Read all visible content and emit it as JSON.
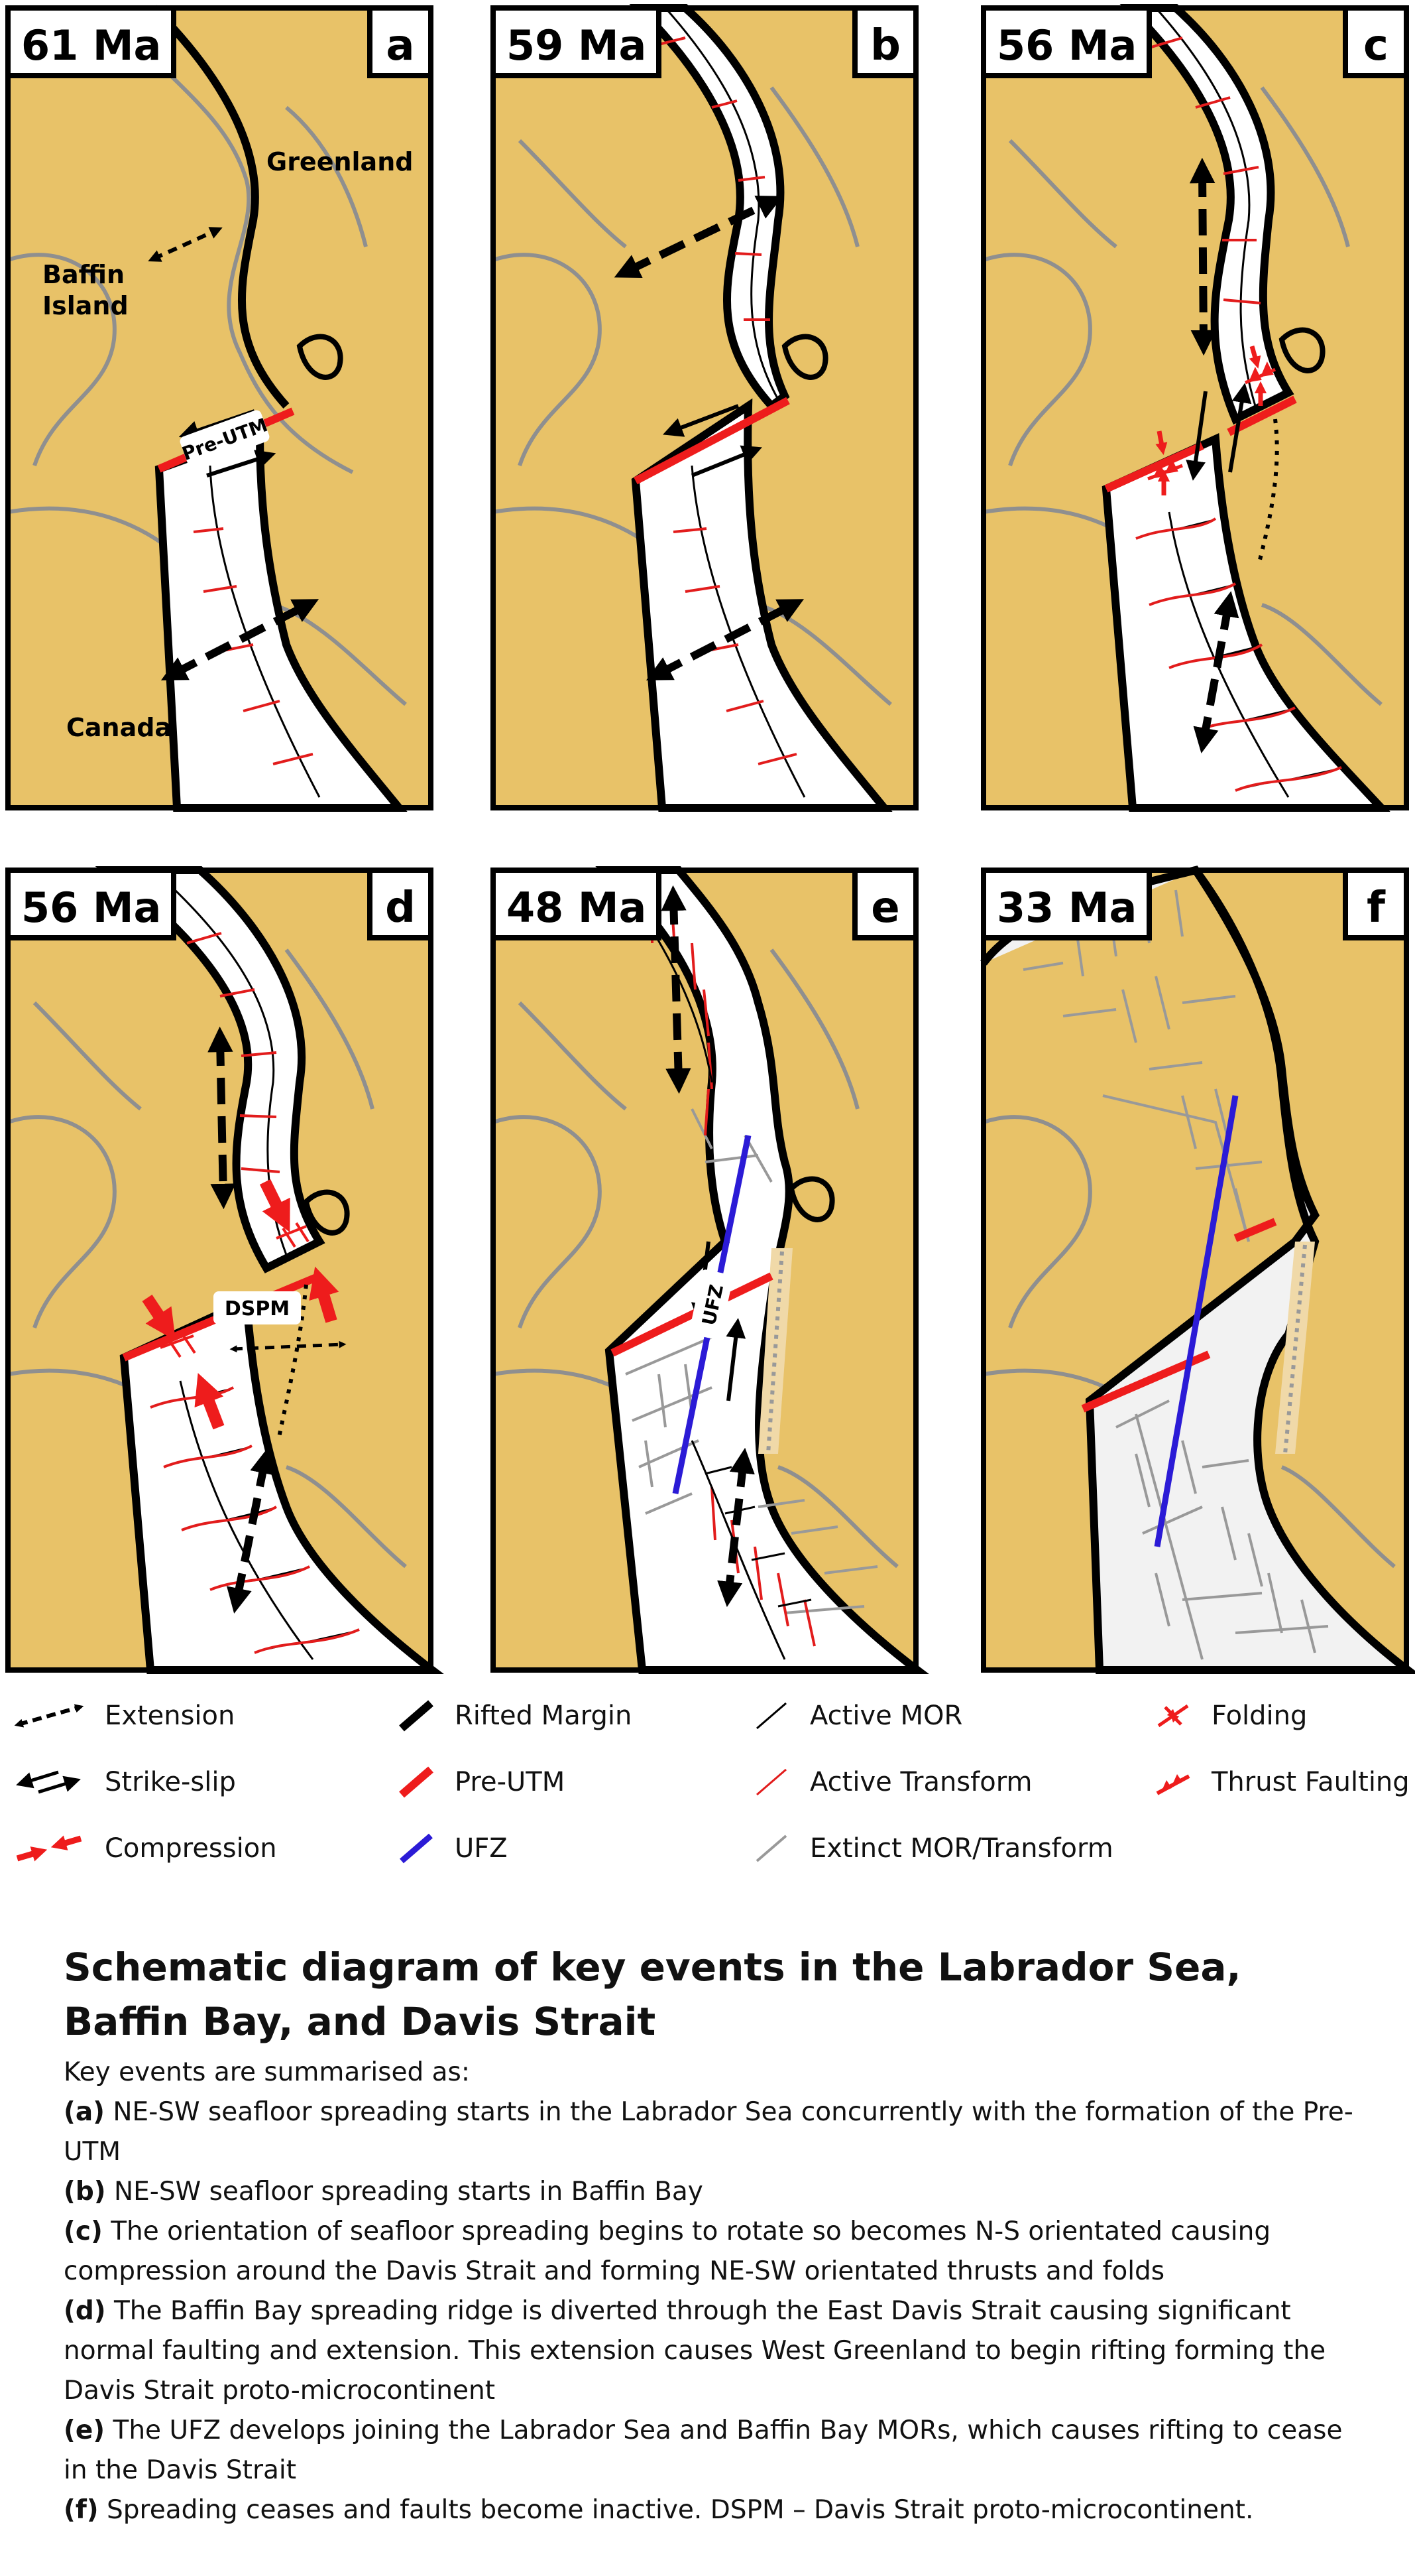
{
  "panels": [
    {
      "age": "61 Ma",
      "letter": "a"
    },
    {
      "age": "59 Ma",
      "letter": "b"
    },
    {
      "age": "56 Ma",
      "letter": "c"
    },
    {
      "age": "56 Ma",
      "letter": "d"
    },
    {
      "age": "48 Ma",
      "letter": "e"
    },
    {
      "age": "33 Ma",
      "letter": "f"
    }
  ],
  "place_labels": {
    "greenland": "Greenland",
    "baffin_line1": "Baffin",
    "baffin_line2": "Island",
    "canada": "Canada",
    "pre_utm": "Pre-UTM",
    "dspm": "DSPM",
    "ufz": "UFZ"
  },
  "legend": [
    {
      "label": "Extension",
      "icon": "extension-arrows-icon"
    },
    {
      "label": "Rifted Margin",
      "icon": "rifted-margin-line-icon"
    },
    {
      "label": "Active MOR",
      "icon": "active-mor-line-icon"
    },
    {
      "label": "Folding",
      "icon": "folding-icon"
    },
    {
      "label": "Strike-slip",
      "icon": "strike-slip-arrows-icon"
    },
    {
      "label": "Pre-UTM",
      "icon": "pre-utm-line-icon"
    },
    {
      "label": "Active Transform",
      "icon": "active-transform-line-icon"
    },
    {
      "label": "Thrust Faulting",
      "icon": "thrust-fault-icon"
    },
    {
      "label": "Compression",
      "icon": "compression-arrows-icon"
    },
    {
      "label": "UFZ",
      "icon": "ufz-line-icon"
    },
    {
      "label": "Extinct MOR/Transform",
      "icon": "extinct-mor-line-icon"
    }
  ],
  "colors": {
    "land": "#E8C268",
    "ocean": "#FFFFFF",
    "extinct_ocean": "#F2F2F2",
    "rifted_margin": "#000000",
    "pre_utm": "#EE1C1C",
    "ufz": "#2B1BD6",
    "transform": "#E21C1C",
    "extinct": "#999999",
    "coastline": "#8F8F8F",
    "dspm_shade": "#F0D9A8"
  },
  "caption": {
    "title": "Schematic diagram of key events in the Labrador Sea, Baffin Bay, and Davis Strait",
    "intro": "Key events are summarised as:",
    "items": [
      {
        "key": "(a)",
        "text": "NE-SW seafloor spreading starts in the Labrador Sea concurrently with the formation of the Pre-UTM"
      },
      {
        "key": "(b)",
        "text": "NE-SW seafloor spreading starts in Baffin Bay"
      },
      {
        "key": "(c)",
        "text": "The orientation of seafloor spreading begins to rotate so becomes N-S orientated causing compression around the Davis Strait and forming NE-SW orientated thrusts and folds"
      },
      {
        "key": "(d)",
        "text": "The Baffin Bay spreading ridge is diverted through the East Davis Strait causing significant normal faulting and extension. This extension causes West Greenland to begin rifting forming the Davis Strait proto-microcontinent"
      },
      {
        "key": "(e)",
        "text": "The UFZ develops joining the Labrador Sea and Baffin Bay MORs, which causes rifting to cease in the Davis Strait"
      },
      {
        "key": "(f)",
        "text": "Spreading ceases and faults become inactive. DSPM – Davis Strait proto-microcontinent."
      }
    ]
  }
}
